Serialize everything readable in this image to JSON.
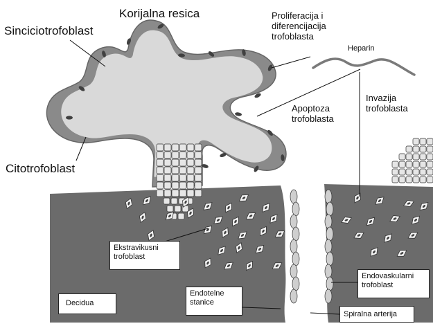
{
  "labels": {
    "villus": "Korijalna resica",
    "syncytio": "Sinciciotrofoblast",
    "cyto": "Citotrofoblast",
    "prolif_1": "Proliferacija i",
    "prolif_2": "diferencijacija",
    "prolif_3": "trofoblasta",
    "heparin": "Heparin",
    "apoptosis_1": "Apoptoza",
    "apoptosis_2": "trofoblasta",
    "invasion_1": "Invazija",
    "invasion_2": "trofoblasta"
  },
  "boxes": {
    "extravillous_1": "Ekstravikusni",
    "extravillous_2": "trofoblast",
    "decidua": "Decidua",
    "endothelial_1": "Endotelne",
    "endothelial_2": "stanice",
    "endovascular_1": "Endovaskularni",
    "endovascular_2": "trofoblast",
    "spiral": "Spiralna arterija"
  },
  "colors": {
    "decidua": "#6b6b6b",
    "villus_core": "#d9d9d9",
    "syncytium": "#8a8a8a",
    "nucleus": "#404040",
    "cell_fill": "#e6e6e6",
    "cell_stroke": "#333333",
    "heparin": "#7a7a7a",
    "line": "#111111"
  }
}
